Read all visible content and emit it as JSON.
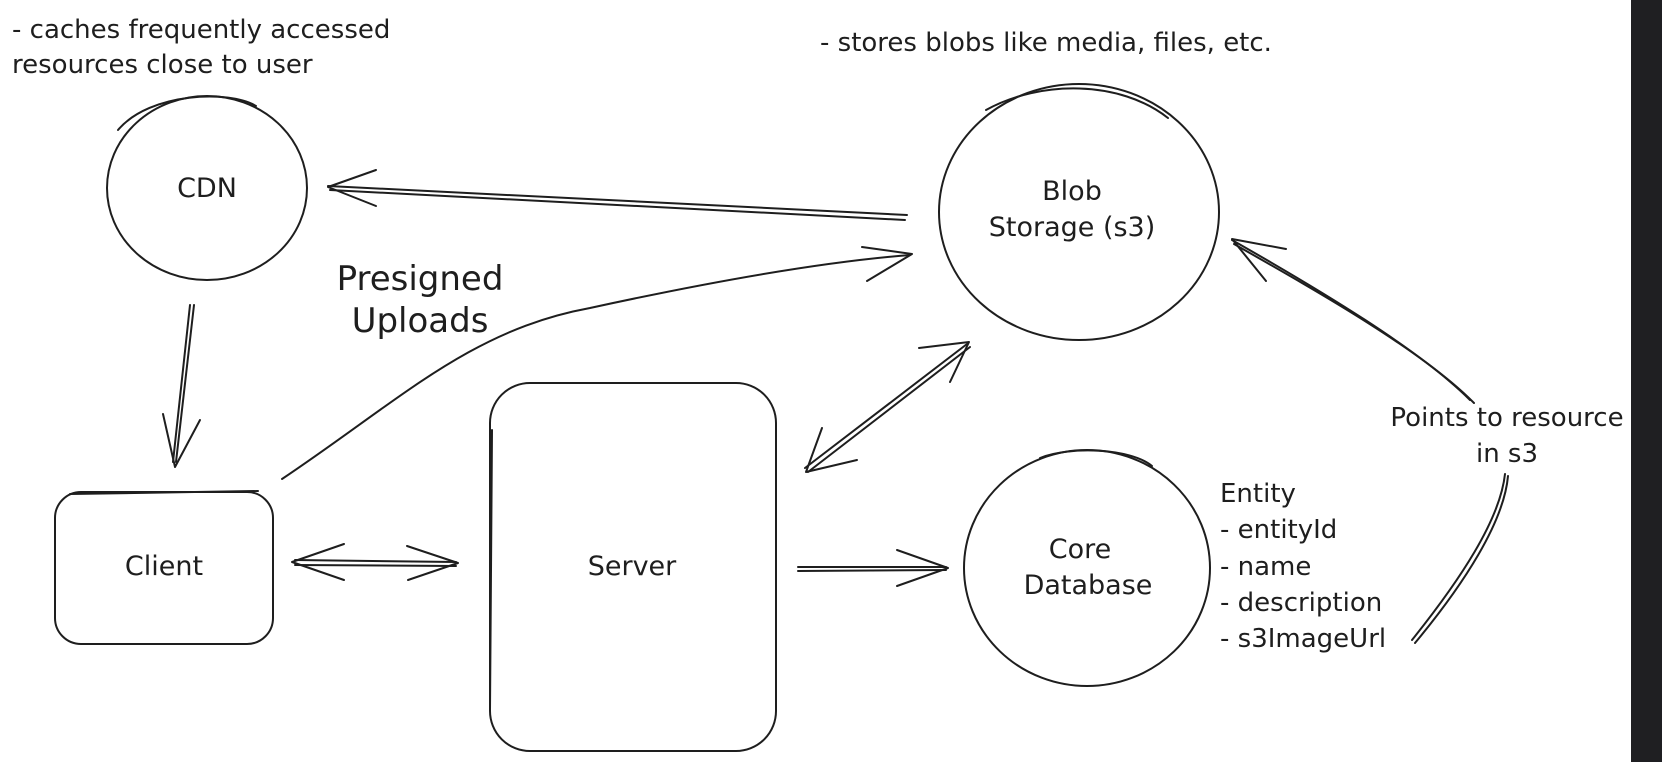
{
  "notes": {
    "cdn_note_line1": "- caches frequently accessed",
    "cdn_note_line2": "resources close to user",
    "blob_note": "- stores blobs like media, files, etc."
  },
  "nodes": {
    "cdn": "CDN",
    "blob_line1": "Blob",
    "blob_line2": "Storage (s3)",
    "client": "Client",
    "server": "Server",
    "db_line1": "Core",
    "db_line2": "Database"
  },
  "edges": {
    "presigned_line1": "Presigned",
    "presigned_line2": "Uploads",
    "points_line1": "Points to resource",
    "points_line2": "in s3"
  },
  "entity": {
    "title": "Entity",
    "fields": [
      "- entityId",
      "- name",
      "- description",
      "- s3ImageUrl"
    ]
  },
  "colors": {
    "ink": "#1e1e1e",
    "background": "#ffffff",
    "scrollbar": "#1f1f22"
  }
}
